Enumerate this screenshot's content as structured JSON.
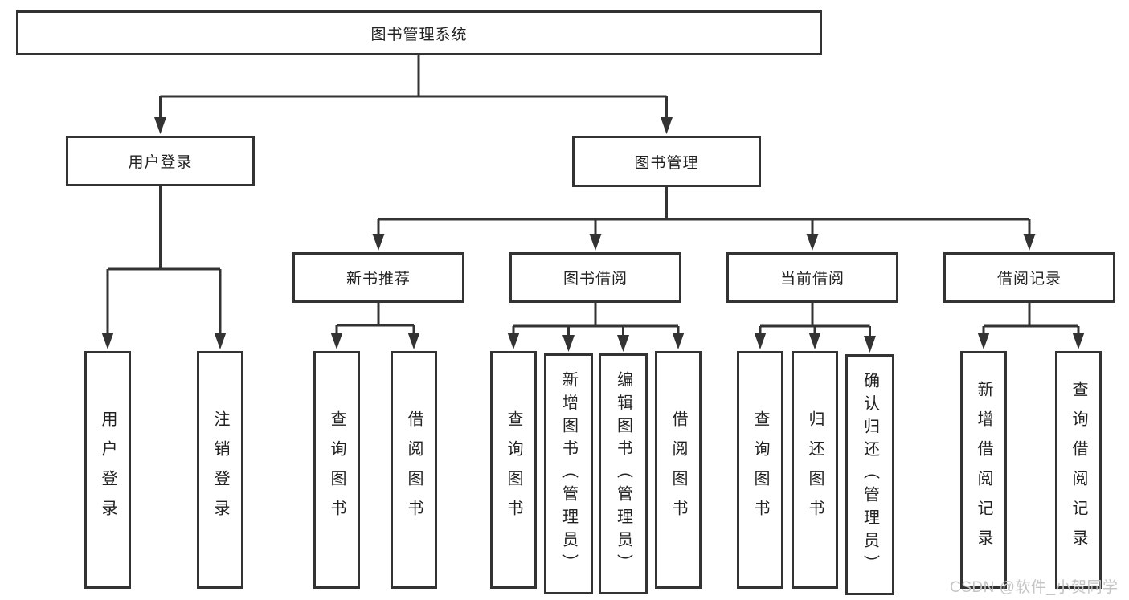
{
  "diagram": {
    "root": {
      "label": "图书管理系统"
    },
    "level2": [
      {
        "label": "用户登录"
      },
      {
        "label": "图书管理"
      }
    ],
    "level3": [
      {
        "label": "新书推荐"
      },
      {
        "label": "图书借阅"
      },
      {
        "label": "当前借阅"
      },
      {
        "label": "借阅记录"
      }
    ],
    "leaves": {
      "user_login": [
        "用户登录",
        "注销登录"
      ],
      "new_book_recommend": [
        "查询图书",
        "借阅图书"
      ],
      "book_borrow": [
        "查询图书",
        "新增图书（管理员）",
        "编辑图书（管理员）",
        "借阅图书"
      ],
      "current_borrow": [
        "查询图书",
        "归还图书",
        "确认归还（管理员）"
      ],
      "borrow_record": [
        "新增借阅记录",
        "查询借阅记录"
      ]
    },
    "watermark": "CSDN @软件_小贺同学",
    "colors": {
      "border": "#333333",
      "line": "#333333",
      "text": "#222222",
      "watermark": "#c5c5c5",
      "background": "#ffffff"
    }
  }
}
